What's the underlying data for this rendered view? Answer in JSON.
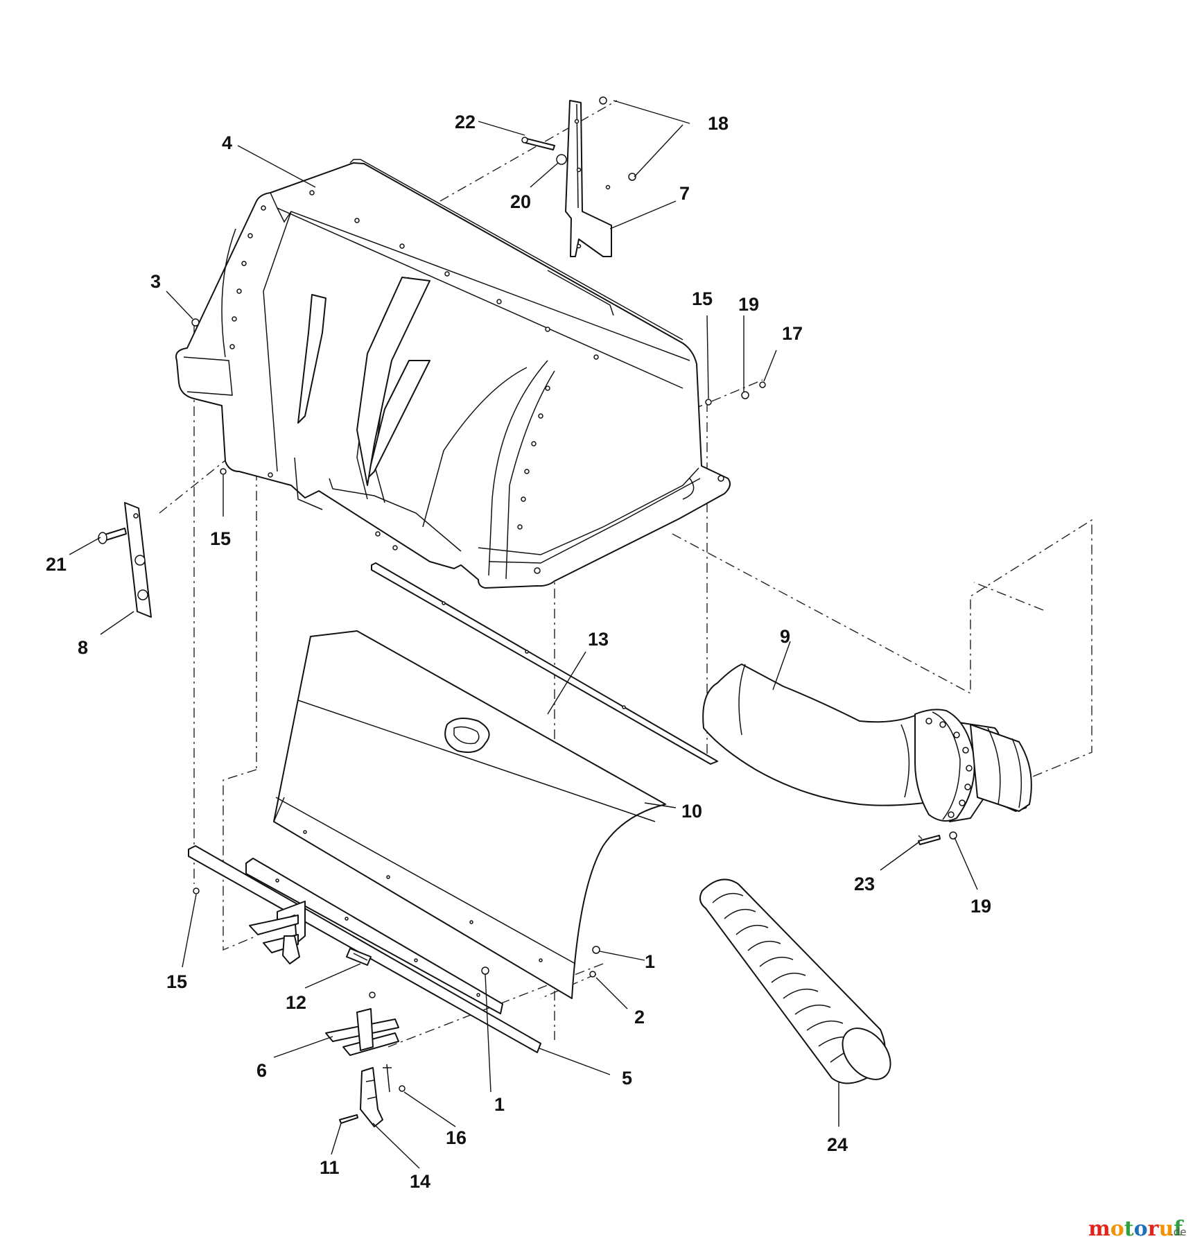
{
  "labels": {
    "l1a": "1",
    "l1b": "1",
    "l2": "2",
    "l3": "3",
    "l4": "4",
    "l5": "5",
    "l6": "6",
    "l7": "7",
    "l8": "8",
    "l9": "9",
    "l10": "10",
    "l11": "11",
    "l12": "12",
    "l13": "13",
    "l14": "14",
    "l15a": "15",
    "l15b": "15",
    "l15c": "15",
    "l16": "16",
    "l17": "17",
    "l18": "18",
    "l19a": "19",
    "l19b": "19",
    "l20": "20",
    "l21": "21",
    "l22": "22",
    "l23": "23",
    "l24": "24"
  },
  "watermark": {
    "letters": [
      "m",
      "o",
      "t",
      "o",
      "r",
      "u",
      "f"
    ],
    "letter_colors": [
      "#e0231b",
      "#f39200",
      "#2f9e3f",
      "#1d71b8",
      "#e0231b",
      "#f39200",
      "#2f9e3f"
    ],
    "tld": ".de"
  }
}
